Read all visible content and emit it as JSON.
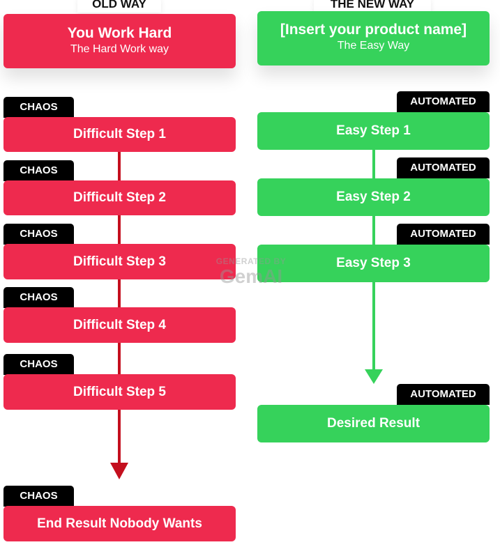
{
  "old_way": {
    "tab_label": "OLD WAY",
    "title": "You Work Hard",
    "subtitle": "The Hard Work way",
    "badge_label": "CHAOS",
    "steps": [
      "Difficult Step 1",
      "Difficult Step 2",
      "Difficult Step 3",
      "Difficult Step 4",
      "Difficult Step 5"
    ],
    "result": "End Result Nobody Wants",
    "color": "#EE2A4E",
    "line_color": "#C40F1E"
  },
  "new_way": {
    "tab_label": "THE NEW WAY",
    "title": "[Insert your product name]",
    "subtitle": "The Easy Way",
    "badge_label": "AUTOMATED",
    "steps": [
      "Easy Step 1",
      "Easy Step 2",
      "Easy Step 3"
    ],
    "result": "Desired Result",
    "color": "#36D25B"
  },
  "watermark": {
    "line1": "GENERATED BY",
    "line2": "GemAI"
  }
}
